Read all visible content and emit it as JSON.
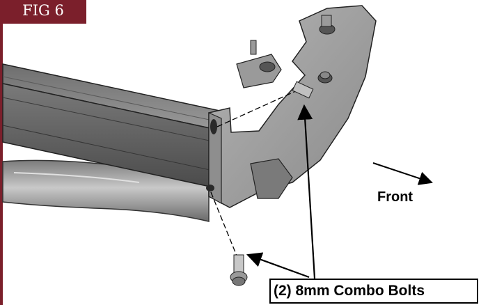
{
  "figure": {
    "tag": "FIG 6"
  },
  "labels": {
    "direction": "Front",
    "callout": "(2) 8mm Combo Bolts"
  },
  "colors": {
    "tab_background": "#7b1f2b",
    "tab_text": "#ffffff",
    "part_gray": "#8a8a8a"
  }
}
